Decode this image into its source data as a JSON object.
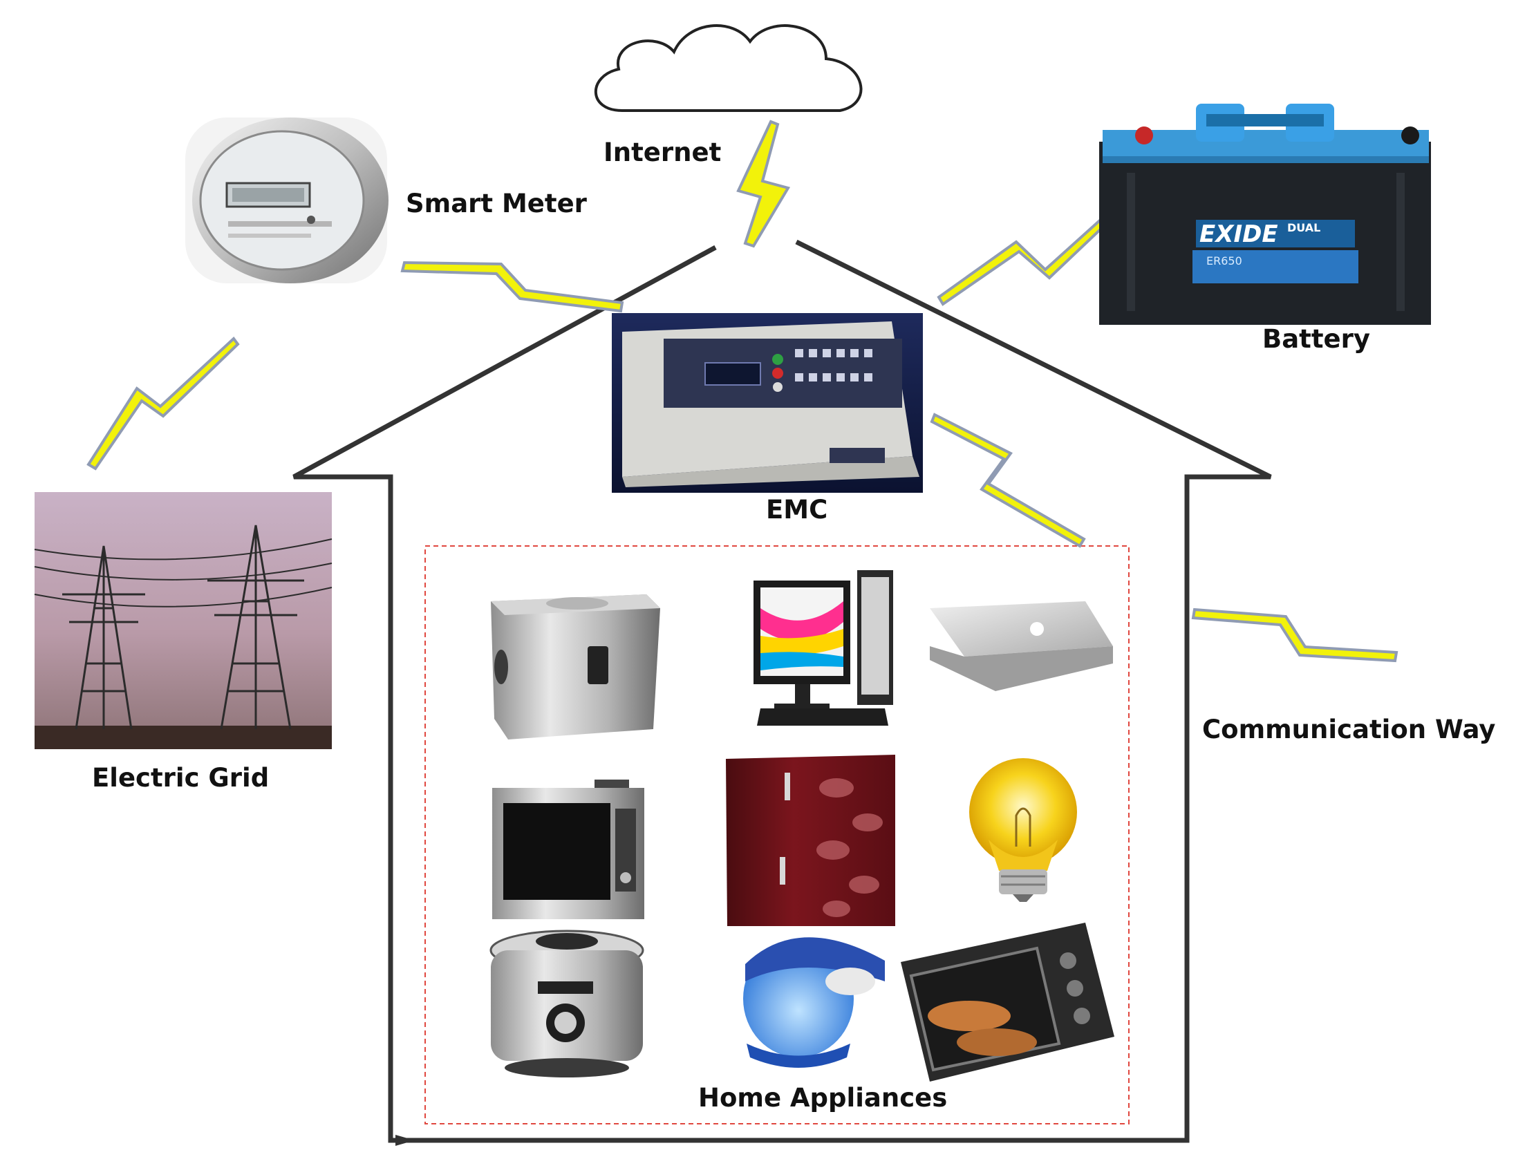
{
  "labels": {
    "internet": "Internet",
    "smart_meter": "Smart Meter",
    "battery": "Battery",
    "emc": "EMC",
    "electric_grid": "Electric Grid",
    "communication_way": "Communication Way",
    "home_appliances": "Home Appliances"
  },
  "battery_brand": "EXIDE",
  "battery_sub": "DUAL",
  "battery_model": "ER650",
  "colors": {
    "house_outline": "#333333",
    "lightning_fill": "#f2f20a",
    "lightning_edge": "#8f9bb3",
    "appliance_box": "#e0473f",
    "battery_top": "#3b9ad8",
    "battery_body": "#1f2328"
  },
  "appliances": [
    {
      "icon": "ice-maker-icon"
    },
    {
      "icon": "desktop-computer-icon"
    },
    {
      "icon": "laptop-icon"
    },
    {
      "icon": "microwave-icon"
    },
    {
      "icon": "refrigerator-icon"
    },
    {
      "icon": "light-bulb-icon"
    },
    {
      "icon": "rice-cooker-icon"
    },
    {
      "icon": "humidifier-icon"
    },
    {
      "icon": "toaster-oven-icon"
    }
  ]
}
